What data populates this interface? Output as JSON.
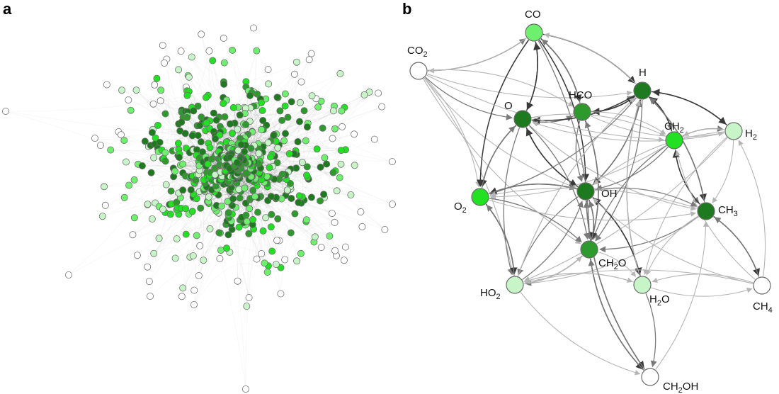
{
  "panels": {
    "a": {
      "letter": "a"
    },
    "b": {
      "letter": "b"
    }
  },
  "colors": {
    "dark_green": "#1e7a1e",
    "mid_green": "#2e9a2e",
    "bright_green": "#22e022",
    "light_green": "#6ef06e",
    "pale_green": "#c8f5c8",
    "white": "#ffffff",
    "node_stroke": "#6a6a6a",
    "edge_dark": "#3a3a3a",
    "edge_mid": "#7a7a7a",
    "edge_light": "#b5b5b5"
  },
  "species": [
    {
      "id": "CO",
      "parts": [
        [
          "CO",
          ""
        ]
      ],
      "fill": "light_green"
    },
    {
      "id": "CO2",
      "parts": [
        [
          "CO",
          ""
        ],
        [
          "2",
          "sub"
        ]
      ],
      "fill": "white"
    },
    {
      "id": "H",
      "parts": [
        [
          "H",
          ""
        ]
      ],
      "fill": "dark_green"
    },
    {
      "id": "O",
      "parts": [
        [
          "O",
          ""
        ]
      ],
      "fill": "dark_green"
    },
    {
      "id": "HCO",
      "parts": [
        [
          "HCO",
          ""
        ]
      ],
      "fill": "mid_green"
    },
    {
      "id": "CH2",
      "parts": [
        [
          "CH",
          ""
        ],
        [
          "2",
          "sub"
        ]
      ],
      "fill": "bright_green"
    },
    {
      "id": "H2",
      "parts": [
        [
          "H",
          ""
        ],
        [
          "2",
          "sub"
        ]
      ],
      "fill": "pale_green"
    },
    {
      "id": "OH",
      "parts": [
        [
          "OH",
          ""
        ]
      ],
      "fill": "dark_green"
    },
    {
      "id": "O2",
      "parts": [
        [
          "O",
          ""
        ],
        [
          "2",
          "sub"
        ]
      ],
      "fill": "bright_green"
    },
    {
      "id": "CH3",
      "parts": [
        [
          "CH",
          ""
        ],
        [
          "3",
          "sub"
        ]
      ],
      "fill": "dark_green"
    },
    {
      "id": "CH2O",
      "parts": [
        [
          "CH",
          ""
        ],
        [
          "2",
          "sub"
        ],
        [
          "O",
          ""
        ]
      ],
      "fill": "mid_green"
    },
    {
      "id": "HO2",
      "parts": [
        [
          "HO",
          ""
        ],
        [
          "2",
          "sub"
        ]
      ],
      "fill": "pale_green"
    },
    {
      "id": "H2O",
      "parts": [
        [
          "H",
          ""
        ],
        [
          "2",
          "sub"
        ],
        [
          "O",
          ""
        ]
      ],
      "fill": "pale_green"
    },
    {
      "id": "CH4",
      "parts": [
        [
          "CH",
          ""
        ],
        [
          "4",
          "sub"
        ]
      ],
      "fill": "white"
    },
    {
      "id": "CH2OH",
      "parts": [
        [
          "CH",
          ""
        ],
        [
          "2",
          "sub"
        ],
        [
          "OH",
          ""
        ]
      ],
      "fill": "white"
    }
  ],
  "edges": [
    [
      "CO2",
      "CO",
      "mid"
    ],
    [
      "CO",
      "CO2",
      "light"
    ],
    [
      "CO2",
      "O",
      "mid"
    ],
    [
      "CO2",
      "HCO",
      "light"
    ],
    [
      "CO2",
      "H",
      "light"
    ],
    [
      "CO2",
      "O2",
      "light"
    ],
    [
      "CO2",
      "OH",
      "light"
    ],
    [
      "CO2",
      "HO2",
      "light"
    ],
    [
      "CO2",
      "CH2O",
      "light"
    ],
    [
      "CO",
      "O",
      "dark"
    ],
    [
      "O",
      "CO",
      "dark"
    ],
    [
      "CO",
      "HCO",
      "dark"
    ],
    [
      "HCO",
      "CO",
      "mid"
    ],
    [
      "CO",
      "H",
      "dark"
    ],
    [
      "H",
      "CO",
      "light"
    ],
    [
      "CO",
      "OH",
      "dark"
    ],
    [
      "CO",
      "O2",
      "dark"
    ],
    [
      "CO",
      "CH2O",
      "mid"
    ],
    [
      "O",
      "HCO",
      "mid"
    ],
    [
      "HCO",
      "O",
      "mid"
    ],
    [
      "O",
      "H",
      "mid"
    ],
    [
      "H",
      "O",
      "dark"
    ],
    [
      "O",
      "OH",
      "dark"
    ],
    [
      "OH",
      "O",
      "dark"
    ],
    [
      "O",
      "O2",
      "dark"
    ],
    [
      "O2",
      "O",
      "mid"
    ],
    [
      "O",
      "HO2",
      "mid"
    ],
    [
      "O",
      "CH2",
      "light"
    ],
    [
      "O",
      "CH3",
      "light"
    ],
    [
      "O",
      "CH2O",
      "mid"
    ],
    [
      "HCO",
      "H",
      "dark"
    ],
    [
      "H",
      "HCO",
      "dark"
    ],
    [
      "HCO",
      "OH",
      "mid"
    ],
    [
      "HCO",
      "CH2O",
      "dark"
    ],
    [
      "CH2O",
      "HCO",
      "mid"
    ],
    [
      "HCO",
      "CH2",
      "light"
    ],
    [
      "HCO",
      "H2",
      "light"
    ],
    [
      "H",
      "CH2",
      "mid"
    ],
    [
      "CH2",
      "H",
      "dark"
    ],
    [
      "H",
      "H2",
      "dark"
    ],
    [
      "H2",
      "H",
      "dark"
    ],
    [
      "H",
      "OH",
      "dark"
    ],
    [
      "OH",
      "H",
      "mid"
    ],
    [
      "H",
      "CH3",
      "dark"
    ],
    [
      "CH3",
      "H",
      "mid"
    ],
    [
      "H",
      "CH2O",
      "mid"
    ],
    [
      "H",
      "H2O",
      "mid"
    ],
    [
      "H",
      "O2",
      "mid"
    ],
    [
      "H",
      "HO2",
      "light"
    ],
    [
      "CH2",
      "H2",
      "mid"
    ],
    [
      "H2",
      "CH2",
      "light"
    ],
    [
      "CH2",
      "OH",
      "mid"
    ],
    [
      "CH2",
      "CH3",
      "mid"
    ],
    [
      "CH3",
      "CH2",
      "dark"
    ],
    [
      "CH2",
      "CH2O",
      "mid"
    ],
    [
      "CH2",
      "O2",
      "light"
    ],
    [
      "H2",
      "OH",
      "light"
    ],
    [
      "H2",
      "CH3",
      "light"
    ],
    [
      "H2",
      "H2O",
      "light"
    ],
    [
      "H2",
      "O",
      "light"
    ],
    [
      "OH",
      "O2",
      "dark"
    ],
    [
      "O2",
      "OH",
      "mid"
    ],
    [
      "OH",
      "HO2",
      "mid"
    ],
    [
      "OH",
      "CH2O",
      "dark"
    ],
    [
      "CH2O",
      "OH",
      "mid"
    ],
    [
      "OH",
      "H2O",
      "dark"
    ],
    [
      "H2O",
      "OH",
      "dark"
    ],
    [
      "OH",
      "CH3",
      "mid"
    ],
    [
      "OH",
      "CH2OH",
      "dark"
    ],
    [
      "O2",
      "HO2",
      "dark"
    ],
    [
      "HO2",
      "O2",
      "mid"
    ],
    [
      "O2",
      "CH2O",
      "mid"
    ],
    [
      "O2",
      "CH3",
      "light"
    ],
    [
      "CH3",
      "CH4",
      "dark"
    ],
    [
      "CH4",
      "CH3",
      "mid"
    ],
    [
      "CH3",
      "CH2O",
      "mid"
    ],
    [
      "CH3",
      "H2O",
      "light"
    ],
    [
      "CH3",
      "HO2",
      "light"
    ],
    [
      "CH3",
      "O2",
      "light"
    ],
    [
      "CH2O",
      "HO2",
      "mid"
    ],
    [
      "HO2",
      "CH2O",
      "light"
    ],
    [
      "CH2O",
      "H2O",
      "light"
    ],
    [
      "CH2O",
      "CH2OH",
      "dark"
    ],
    [
      "CH2OH",
      "CH2O",
      "mid"
    ],
    [
      "H2O",
      "HO2",
      "light"
    ],
    [
      "HO2",
      "H2O",
      "light"
    ],
    [
      "H2O",
      "CH4",
      "light"
    ],
    [
      "H2O",
      "CH2OH",
      "mid"
    ],
    [
      "CH4",
      "H2O",
      "light"
    ],
    [
      "CH4",
      "OH",
      "light"
    ],
    [
      "CH4",
      "H2",
      "light"
    ],
    [
      "CH4",
      "CH2",
      "light"
    ],
    [
      "HO2",
      "CH2OH",
      "light"
    ],
    [
      "CH2OH",
      "OH",
      "mid"
    ],
    [
      "HO2",
      "OH",
      "mid"
    ],
    [
      "HO2",
      "H",
      "light"
    ],
    [
      "CH4",
      "HO2",
      "light"
    ],
    [
      "H2O",
      "H",
      "light"
    ],
    [
      "CH2OH",
      "CH3",
      "light"
    ],
    [
      "H2",
      "HO2",
      "light"
    ],
    [
      "CO2",
      "CH2",
      "light"
    ]
  ]
}
